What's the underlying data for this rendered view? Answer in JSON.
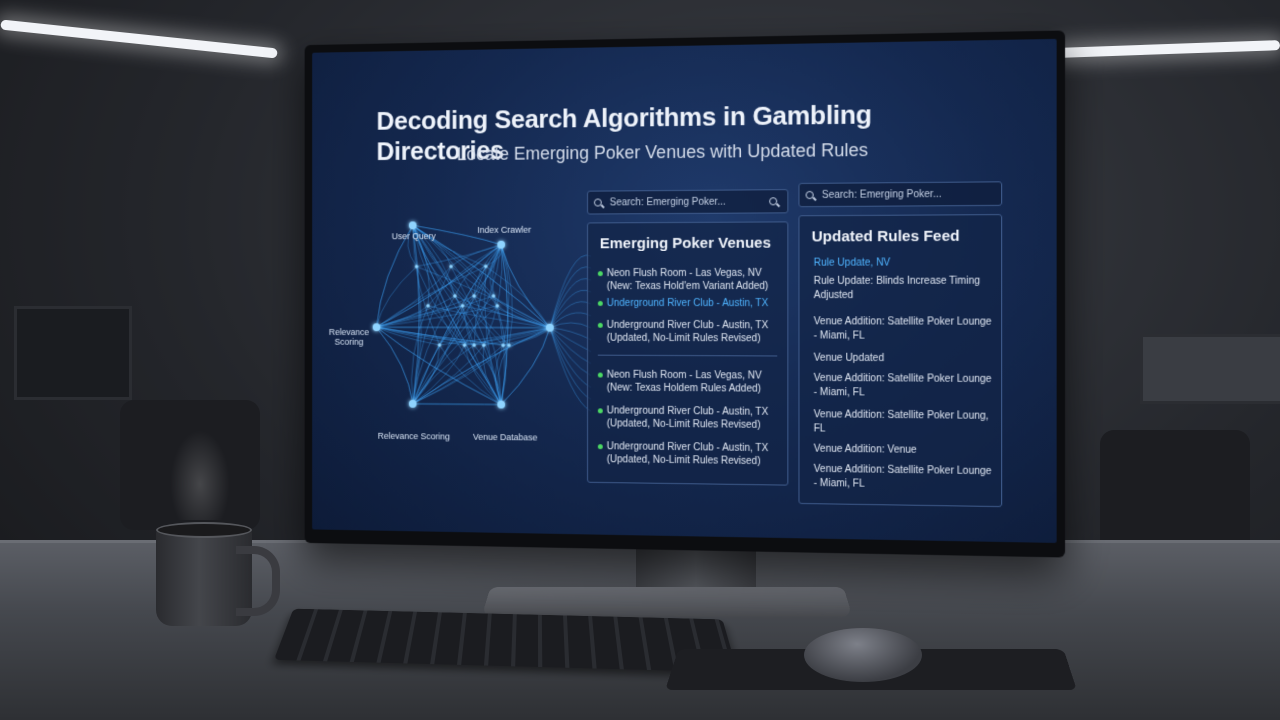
{
  "screen": {
    "title": "Decoding Search Algorithms in Gambling Directories",
    "subtitle": "Locate Emerging Poker Venues with Updated Rules"
  },
  "search_main": {
    "placeholder": "Search: Emerging Poker..."
  },
  "search_feed": {
    "placeholder": "Search: Emerging Poker..."
  },
  "network": {
    "nodes": {
      "user_query": "User Query",
      "index_crawler": "Index Crawler",
      "relevance_scoring_left": "Relevance Scoring",
      "relevance_scoring_bottom": "Relevance Scoring",
      "venue_database": "Venue Database"
    }
  },
  "venues_panel": {
    "title": "Emerging Poker Venues",
    "items": [
      {
        "line1": "Neon Flush Room - Las Vegas, NV",
        "line2": "(New: Texas Hold'em Variant Added)"
      },
      {
        "line1": "Underground River Club - Austin, TX",
        "line2": ""
      },
      {
        "line1": "Underground River Club - Austin, TX",
        "line2": "(Updated, No-Limit Rules Revised)"
      },
      {
        "line1": "Neon Flush Room - Las Vegas, NV",
        "line2": "(New: Texas Holdem Rules Added)"
      },
      {
        "line1": "Underground River Club - Austin, TX",
        "line2": "(Updated, No-Limit Rules Revised)"
      },
      {
        "line1": "Underground River Club - Austin, TX",
        "line2": "(Updated, No-Limit Rules Revised)"
      }
    ]
  },
  "feed_panel": {
    "title": "Updated Rules Feed",
    "items": [
      "Rule Update, NV",
      "Rule Update: Blinds Increase Timing Adjusted",
      "Venue Addition: Satellite Poker Lounge - Miami, FL",
      "Venue Updated",
      "Venue Addition: Satellite Poker Lounge - Miami, FL",
      "Venue Addition: Satellite Poker Loung, FL",
      "Venue Addition: Venue",
      "Venue Addition: Satellite Poker Lounge - Miami, FL"
    ]
  },
  "colors": {
    "accent": "#4fb4ff",
    "status_dot": "#4cd964",
    "screen_bg": "#14284f"
  }
}
